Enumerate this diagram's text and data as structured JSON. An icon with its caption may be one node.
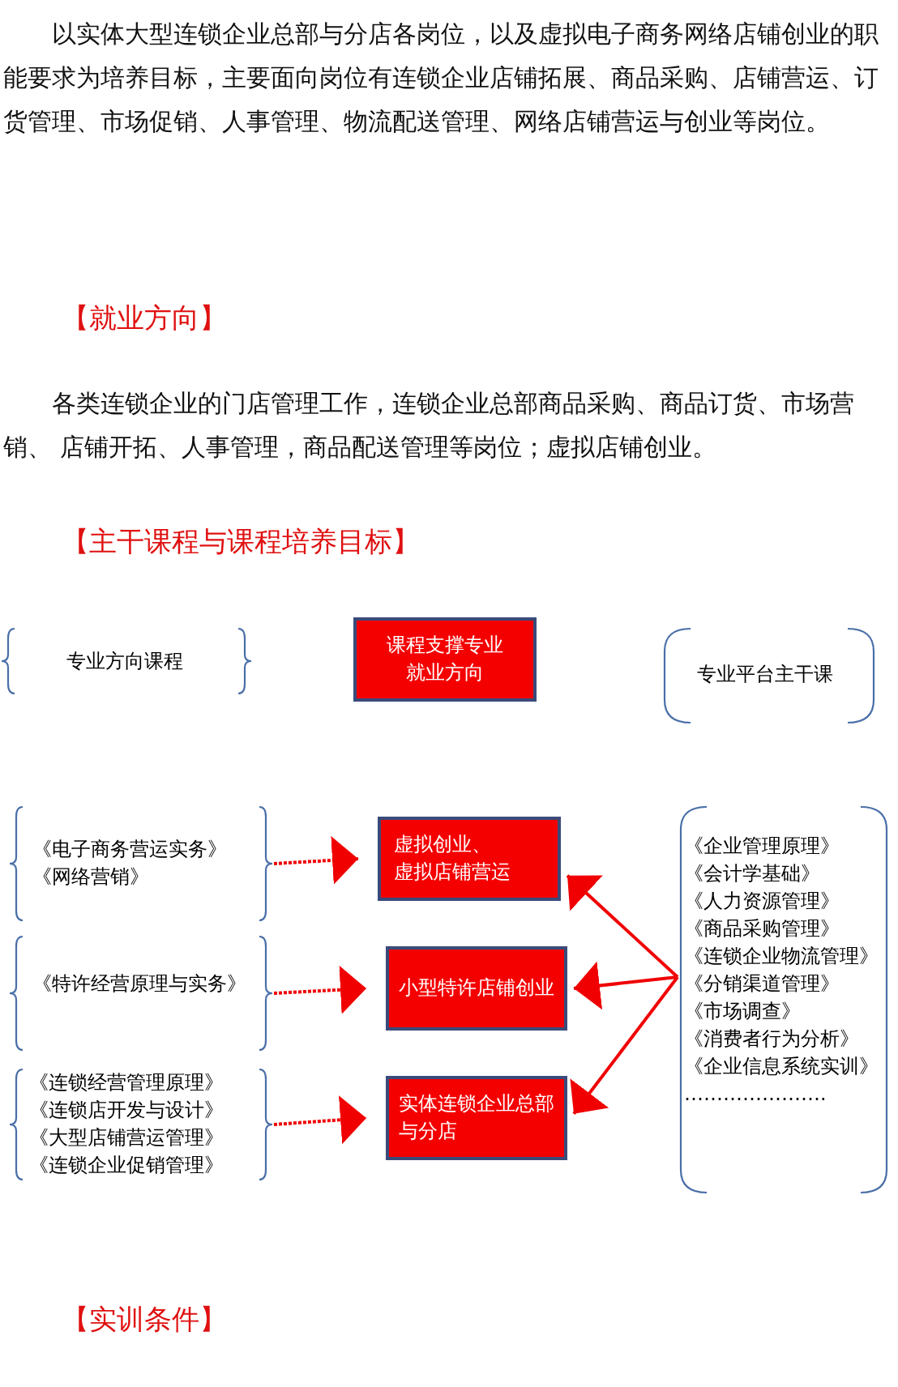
{
  "diagram": {
    "nodes": [
      {
        "text": [
          "专业方向课程"
        ]
      },
      {
        "text": [
          "课程支撑专业就业方向"
        ]
      },
      {
        "text": [
          "专业平台主干课"
        ]
      },
      {
        "text": [
          "《电子商务营运实务》",
          "《网络营销》"
        ]
      },
      {
        "text": [
          "虚拟创业、虚拟店铺营运"
        ]
      },
      {
        "text": [
          "《特许经营原理与实务》"
        ]
      },
      {
        "text": [
          "小型特许店铺创业"
        ]
      },
      {
        "text": [
          "《连锁经营管理原理》",
          "《连锁店开发与设计》",
          "《大型店铺营运管理》",
          "《连锁企业促销管理》"
        ]
      },
      {
        "text": [
          "实体连锁企业总部与分店"
        ]
      },
      {
        "text": [
          "《企业管理原理》",
          "《会计学基础》",
          "《人力资源管理》",
          "《商品采购管理》",
          "《连锁企业物流管理》",
          "《分销渠道管理》",
          "《市场调查》",
          "《消费者行为分析》",
          "《企业信息系统实训》",
          "…………………."
        ]
      }
    ],
    "edges": [
      {
        "from": 3,
        "to": 4,
        "arrow": "to",
        "style": "dashed"
      },
      {
        "from": 5,
        "to": 6,
        "arrow": "to",
        "style": "dashed"
      },
      {
        "from": 7,
        "to": 8,
        "arrow": "to",
        "style": "dashed"
      },
      {
        "from": 9,
        "to": 4,
        "arrow": "to"
      },
      {
        "from": 9,
        "to": 6,
        "arrow": "to"
      },
      {
        "from": 9,
        "to": 8,
        "arrow": "to"
      }
    ],
    "labels": [
      "以实体大型连锁企业总部与分店各岗位，以及虚拟电子商务网络店铺创业的职能要求为培养目标，主要面向岗位有连锁企业店铺拓展、商品采购、店铺营运、订货管理、市场促销、人事管理、物流配送管理、网络店铺营运与创业等岗位。",
      "【就业方向】",
      "各类连锁企业的门店管理工作，连锁企业总部商品采购、商品订货、市场营销、 店铺开拓、人事管理，商品配送管理等岗位；虚拟店铺创业。",
      "【主干课程与课程培养目标】",
      "【实训条件】"
    ]
  }
}
